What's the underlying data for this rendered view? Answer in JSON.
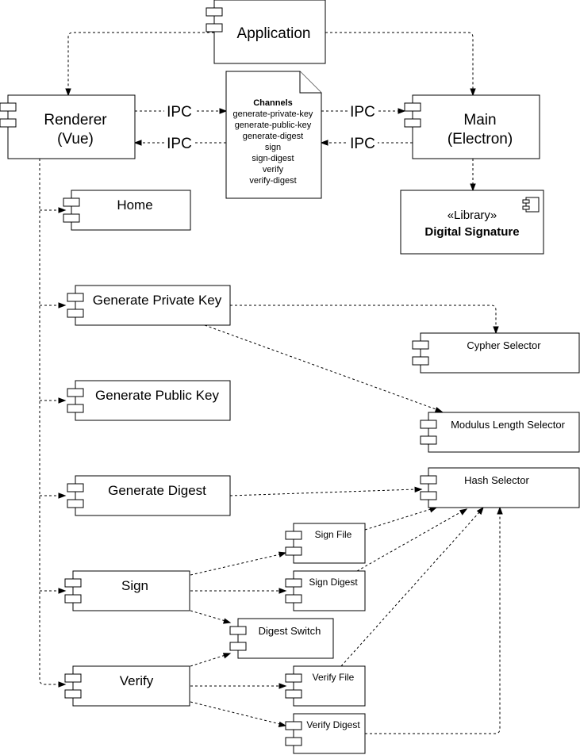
{
  "diagram": {
    "components": [
      {
        "id": "application",
        "label": "Application"
      },
      {
        "id": "renderer",
        "label_lines": [
          "Renderer",
          "(Vue)"
        ]
      },
      {
        "id": "main",
        "label_lines": [
          "Main",
          "(Electron)"
        ]
      },
      {
        "id": "home",
        "label": "Home"
      },
      {
        "id": "generate-private-key",
        "label": "Generate Private Key"
      },
      {
        "id": "generate-public-key",
        "label": "Generate Public Key"
      },
      {
        "id": "generate-digest",
        "label": "Generate Digest"
      },
      {
        "id": "sign",
        "label": "Sign"
      },
      {
        "id": "verify",
        "label": "Verify"
      },
      {
        "id": "cypher-selector",
        "label": "Cypher Selector"
      },
      {
        "id": "modulus-length-selector",
        "label": "Modulus Length Selector"
      },
      {
        "id": "hash-selector",
        "label": "Hash Selector"
      },
      {
        "id": "sign-file",
        "label": "Sign File"
      },
      {
        "id": "sign-digest",
        "label": "Sign Digest"
      },
      {
        "id": "digest-switch",
        "label": "Digest Switch"
      },
      {
        "id": "verify-file",
        "label": "Verify File"
      },
      {
        "id": "verify-digest",
        "label": "Verify Digest"
      }
    ],
    "library": {
      "stereotype": "«Library»",
      "name": "Digital Signature"
    },
    "channels": {
      "title": "Channels",
      "items": [
        "generate-private-key",
        "generate-public-key",
        "generate-digest",
        "sign",
        "sign-digest",
        "verify",
        "verify-digest"
      ]
    },
    "ipc_labels": [
      "IPC",
      "IPC",
      "IPC",
      "IPC"
    ]
  }
}
